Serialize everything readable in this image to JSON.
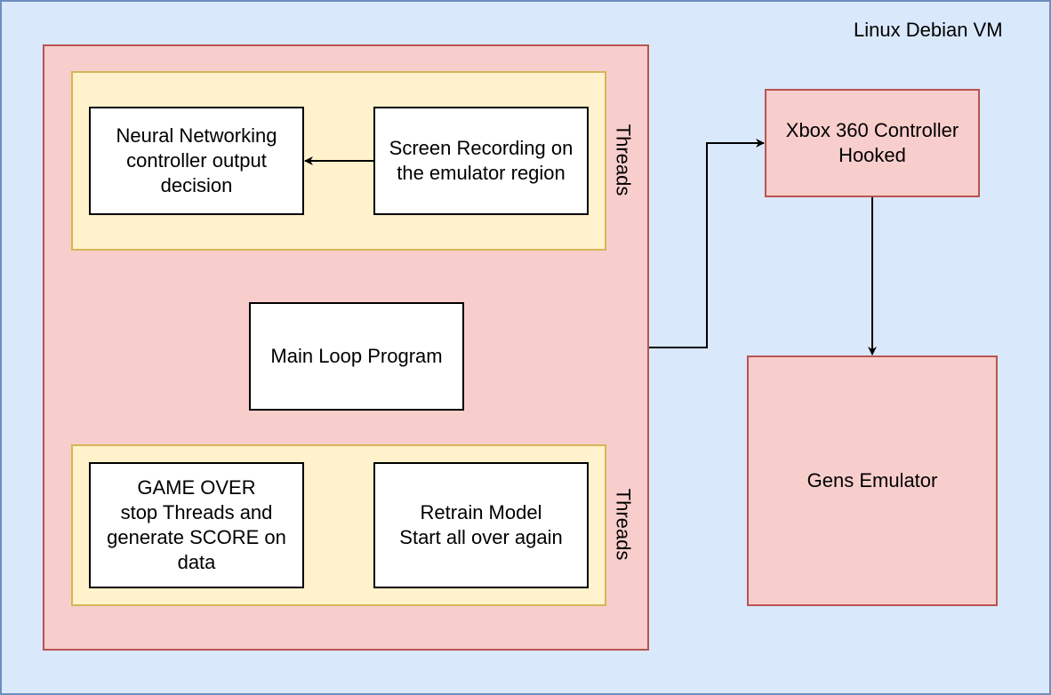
{
  "vm": {
    "label": "Linux Debian VM"
  },
  "program": {
    "threads_top_label": "Threads",
    "threads_bottom_label": "Threads",
    "nn": "Neural Networking\ncontroller output\ndecision",
    "recording": "Screen Recording on\nthe emulator region",
    "main_loop": "Main Loop Program",
    "game_over": "GAME OVER\nstop Threads and\ngenerate SCORE on\ndata",
    "retrain": "Retrain Model\nStart all over again"
  },
  "xbox": {
    "label": "Xbox 360 Controller\nHooked"
  },
  "gens": {
    "label": "Gens Emulator"
  },
  "colors": {
    "vm_fill": "#dae8fc",
    "vm_stroke": "#6c8ebf",
    "red_fill": "#f8cecc",
    "red_stroke": "#b85450",
    "yellow_fill": "#fff2cc",
    "yellow_stroke": "#d6b656"
  }
}
